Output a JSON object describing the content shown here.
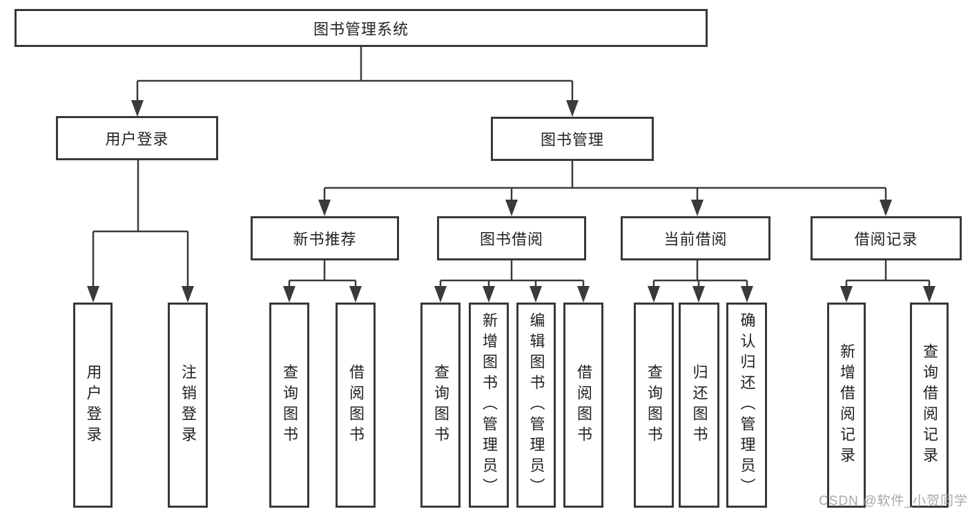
{
  "tree": {
    "root": {
      "label": "图书管理系统"
    },
    "branches": [
      {
        "label": "用户登录",
        "leaves": [
          "用户登录",
          "注销登录"
        ]
      },
      {
        "label": "图书管理",
        "sections": [
          {
            "label": "新书推荐",
            "leaves": [
              "查询图书",
              "借阅图书"
            ]
          },
          {
            "label": "图书借阅",
            "leaves": [
              "查询图书",
              "新增图书（管理员）",
              "编辑图书（管理员）",
              "借阅图书"
            ]
          },
          {
            "label": "当前借阅",
            "leaves": [
              "查询图书",
              "归还图书",
              "确认归还（管理员）"
            ]
          },
          {
            "label": "借阅记录",
            "leaves": [
              "新增借阅记录",
              "查询借阅记录"
            ]
          }
        ]
      }
    ]
  },
  "watermark": "CSDN @软件_小贺同学",
  "colors": {
    "line": "#3a3a3a",
    "box_border": "#383838",
    "text": "#222222",
    "watermark": "#9e9e9e",
    "background": "#ffffff"
  }
}
